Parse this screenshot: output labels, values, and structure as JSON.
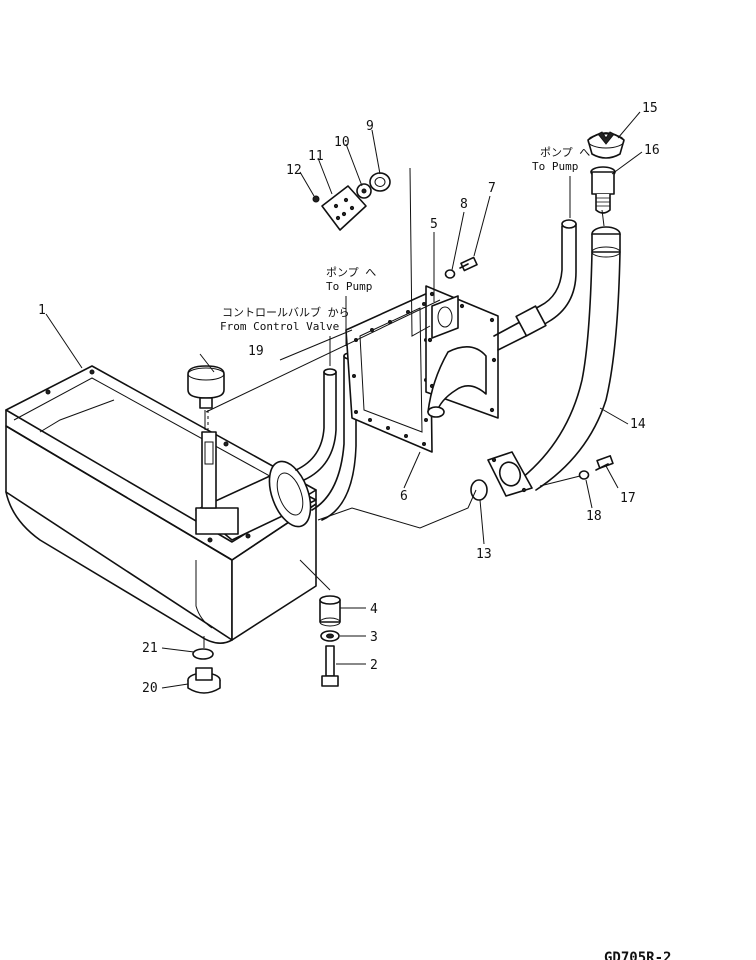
{
  "callouts": {
    "p1": "1",
    "p2": "2",
    "p3": "3",
    "p4": "4",
    "p5": "5",
    "p6": "6",
    "p7": "7",
    "p8": "8",
    "p9": "9",
    "p10": "10",
    "p11": "11",
    "p12": "12",
    "p13": "13",
    "p14": "14",
    "p15": "15",
    "p16": "16",
    "p17": "17",
    "p18": "18",
    "p19": "19",
    "p20": "20",
    "p21": "21"
  },
  "labels": {
    "to_pump_upper_jp": "ポンプ へ",
    "to_pump_upper_en": "To Pump",
    "to_pump_mid_jp": "ポンプ へ",
    "to_pump_mid_en": "To Pump",
    "from_control_jp": "コントロールバルブ から",
    "from_control_en": "From Control Valve"
  },
  "drawing_code": "GD705R-2"
}
